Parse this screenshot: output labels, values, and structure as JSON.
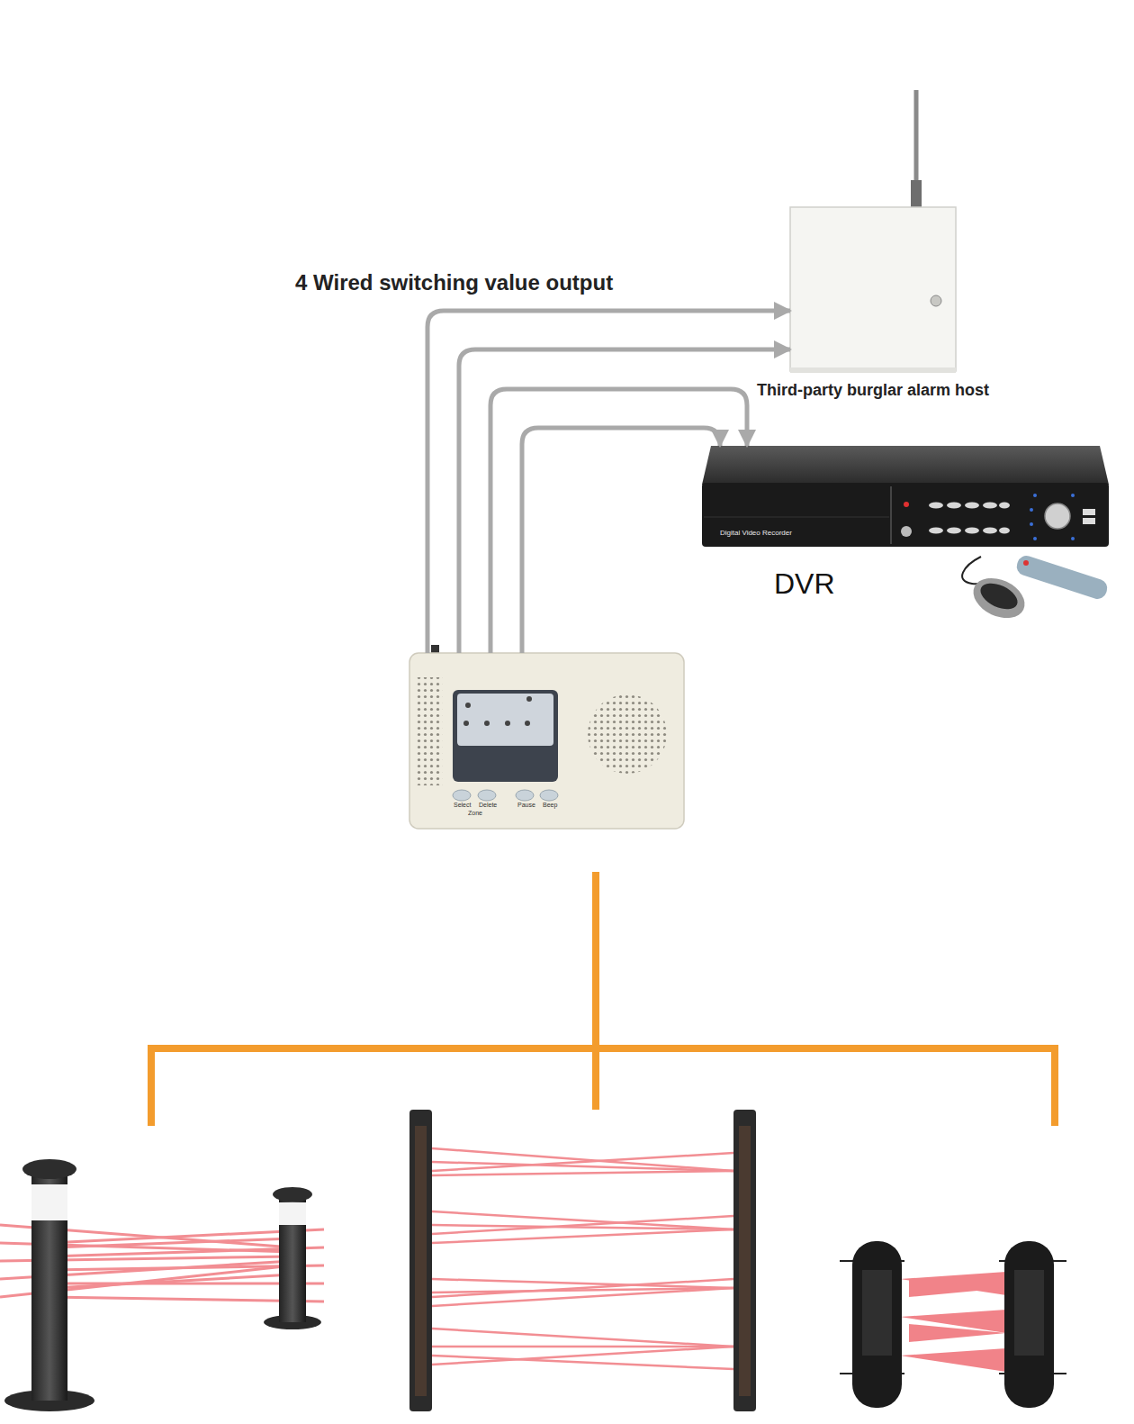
{
  "diagram": {
    "nodes": [
      {
        "text": [
          "Third-party burglar alarm host"
        ]
      },
      {
        "text": [
          "Digital Video Recorder",
          "DVR"
        ]
      },
      {
        "text": [
          "Select",
          "Delete",
          "Zone",
          "Pause",
          "Beep"
        ]
      }
    ],
    "edges": [
      {
        "from": 2,
        "to": 0,
        "arrow": "to"
      },
      {
        "from": 2,
        "to": 0,
        "arrow": "to"
      },
      {
        "from": 2,
        "to": 1,
        "arrow": "to"
      },
      {
        "from": 2,
        "to": 1,
        "arrow": "to"
      }
    ],
    "labels": [
      "4 Wired switching value output"
    ]
  }
}
